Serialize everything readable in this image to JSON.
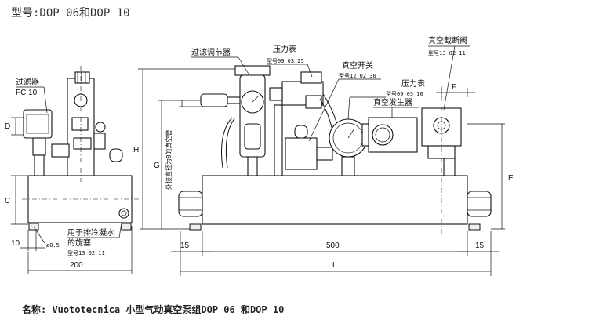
{
  "header": {
    "model_line": "型号:DOP 06和DOP 10"
  },
  "footer": {
    "name_line": "名称: Vuototecnica 小型气动真空泵组DOP 06 和DOP 10"
  },
  "labels": {
    "filter_regulator": "过滤调节器",
    "pressure_gauge_1": "压力表",
    "pressure_gauge_1_code": "型号09 03 25",
    "vacuum_switch": "真空开关",
    "vacuum_switch_code": "型号12 02 30",
    "pressure_gauge_2": "压力表",
    "pressure_gauge_2_code": "型号09 05 10",
    "vacuum_generator": "真空发生器",
    "vacuum_cutoff_valve": "真空截断阀",
    "vacuum_cutoff_valve_code": "型号13 02 11",
    "filter": "过滤器",
    "filter_code": "FC 10",
    "drain_plug_1": "用于排冷凝水",
    "drain_plug_2": "的旋塞",
    "drain_plug_code": "型号13 02 11",
    "vertical_note": "外接直径为8的真空管",
    "hole_dia": "ø8.5"
  },
  "dimensions": {
    "D": "D",
    "C": "C",
    "G": "G",
    "H": "H",
    "E": "E",
    "F": "F",
    "L": "L",
    "d10": "10",
    "d200": "200",
    "d15_left": "15",
    "d500": "500",
    "d15_right": "15"
  }
}
